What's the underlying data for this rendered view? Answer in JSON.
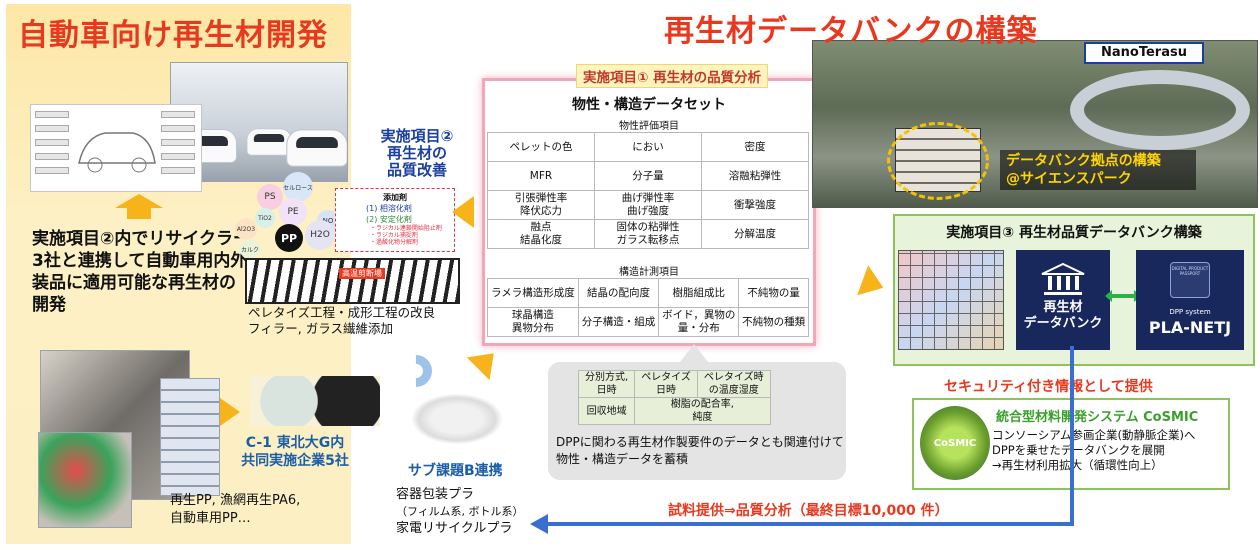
{
  "left": {
    "title": "自動車向け再生材開発",
    "description": "実施項目②内でリサイクラー3社と連携して自動車用内外装品に適用可能な再生材の開発",
    "c1_label_line1": "C-1 東北大G内",
    "c1_label_line2": "共同実施企業5社",
    "recycled_line1": "再生PP, 漁網再生PA6,",
    "recycled_line2": "自動車用PP…"
  },
  "item2": {
    "title_line1": "実施項目②",
    "title_line2": "再生材の",
    "title_line3": "品質改善",
    "additive_heading": "添加剤",
    "additive_1": "(1) 相溶化剤",
    "additive_2": "(2) 安定化剤",
    "additive_2a": "・ラジカル連鎖開始阻止剤",
    "additive_2b": "・ラジカル捕捉剤",
    "additive_2c": "・過酸化物分解剤",
    "extruder_label": "高温剪断場",
    "molecules": [
      "PS",
      "セルロース",
      "PE",
      "Al2O3",
      "TiO2",
      "NO",
      "H2O",
      "PP",
      "カルク"
    ],
    "process_line1": "ペレタイズ工程・成形工程の改良",
    "process_line2": "フィラー, ガラス繊維添加"
  },
  "subtopic": {
    "label": "サブ課題B連携",
    "packaging_line1": "容器包装プラ",
    "packaging_line2": "（フィルム系, ボトル系）",
    "packaging_line3": "家電リサイクルプラ"
  },
  "item1": {
    "title": "実施項目① 再生材の品質分析",
    "dataset_title": "物性・構造データセット",
    "props_heading": "物性評価項目",
    "props": [
      [
        "ペレットの色",
        "におい",
        "密度"
      ],
      [
        "MFR",
        "分子量",
        "溶融粘弾性"
      ],
      [
        "引張弾性率\n降伏応力",
        "曲げ弾性率\n曲げ強度",
        "衝撃強度"
      ],
      [
        "融点\n結晶化度",
        "固体の粘弾性\nガラス転移点",
        "分解温度"
      ]
    ],
    "struct_heading": "構造計測項目",
    "struct": [
      [
        "ラメラ構造形成度",
        "結晶の配向度",
        "樹脂組成比",
        "不純物の量"
      ],
      [
        "球晶構造\n異物分布",
        "分子構造・組成",
        "ボイド，異物の\n量・分布",
        "不純物の種類"
      ]
    ]
  },
  "dpp": {
    "table": [
      [
        "分別方式,\n日時",
        "ペレタイズ\n日時",
        "ペレタイズ時\nの温度湿度"
      ],
      [
        "回収地域",
        "樹脂の配合率,\n純度"
      ]
    ],
    "text": "DPPに関わる再生材作製要件のデータとも関連付けて物性・構造データを蓄積"
  },
  "right": {
    "title": "再生材データバンクの構築",
    "nanoterasu": "NanoTerasu",
    "site_line1": "データバンク拠点の構築",
    "site_line2": "@サイエンスパーク",
    "item3_title": "実施項目③  再生材品質データバンク構築",
    "bank_line1": "再生材",
    "bank_line2": "データバンク",
    "passport_text": "DIGITAL PRODUCT PASSPORT",
    "dpp_system": "DPP system",
    "pla_label": "PLA-NETJ",
    "security": "セキュリティ付き情報として提供",
    "cosmic_logo": "CoSMIC",
    "cosmic_title": "統合型材料開発システム CoSMIC",
    "cosmic_line1": "コンソーシアム参画企業(動静脈企業)へ",
    "cosmic_line2": "DPPを乗せたデータバンクを展開",
    "cosmic_line3": "→再生材利用拡大（循環性向上）",
    "sample": "試料提供⇒品質分析（最終目標10,000 件）"
  },
  "colors": {
    "title_red": "#e8391f",
    "accent_blue": "#1a3fa0",
    "arrow_orange": "#f6b41a",
    "panel_green": "#8cc35a",
    "flow_blue": "#3a6fd1"
  }
}
